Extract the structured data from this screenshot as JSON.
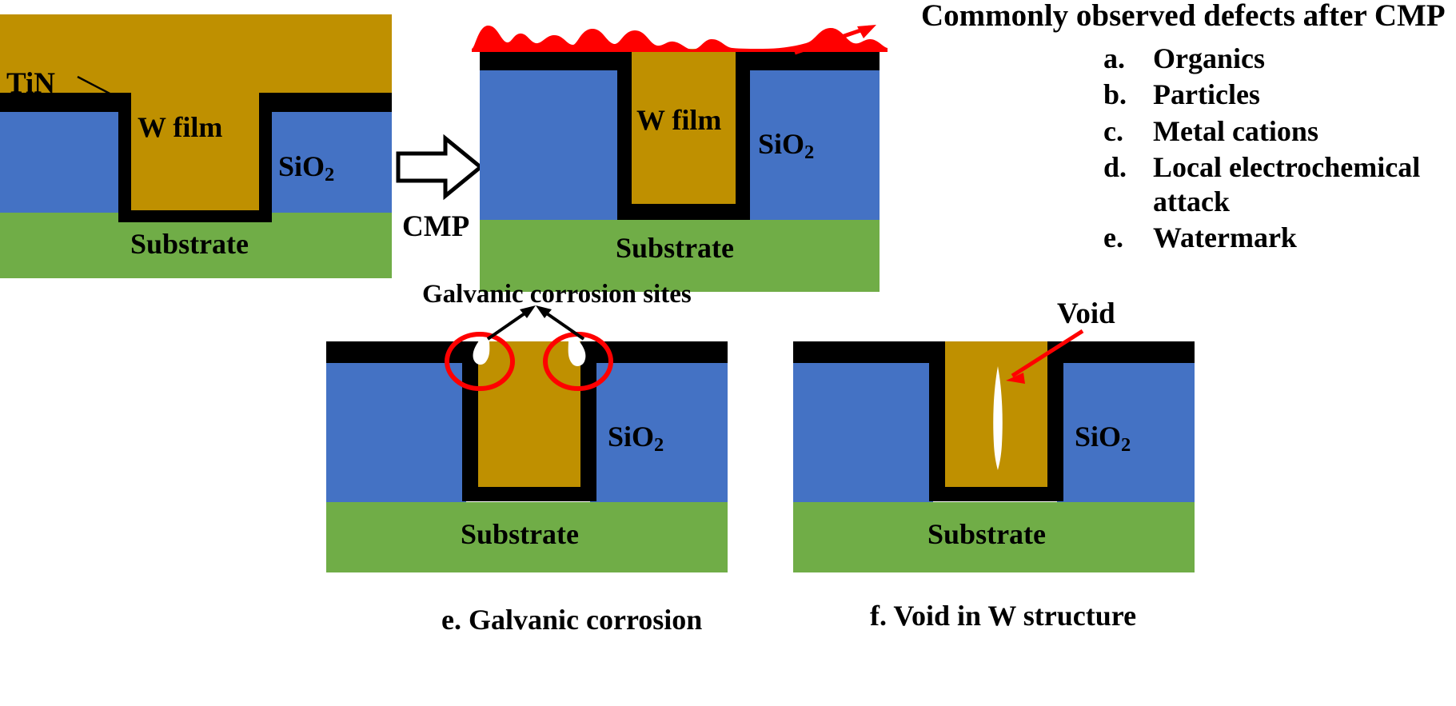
{
  "figure": {
    "title": "Commonly observed defects after CMP",
    "process_arrow_label": "CMP"
  },
  "defects": {
    "items": [
      {
        "marker": "a.",
        "label": "Organics"
      },
      {
        "marker": "b.",
        "label": "Particles"
      },
      {
        "marker": "c.",
        "label": "Metal cations"
      },
      {
        "marker": "d.",
        "label": "Local electrochemical attack"
      },
      {
        "marker": "e.",
        "label": "Watermark"
      }
    ]
  },
  "panels": {
    "pre_cmp": {
      "name": "Pre-CMP W film stack",
      "labels": {
        "tin": "TiN",
        "w_film": "W film",
        "sio2": "SiO",
        "sio2_sub": "2",
        "substrate": "Substrate"
      }
    },
    "post_cmp": {
      "name": "Post-CMP with surface defects",
      "labels": {
        "w_film": "W film",
        "sio2": "SiO",
        "sio2_sub": "2",
        "substrate": "Substrate"
      }
    },
    "galvanic": {
      "name": "Galvanic corrosion panel",
      "caption": "e. Galvanic corrosion",
      "annotation": "Galvanic corrosion sites",
      "labels": {
        "sio2": "SiO",
        "sio2_sub": "2",
        "substrate": "Substrate"
      }
    },
    "void": {
      "name": "Void in W structure panel",
      "caption": "f. Void in W structure",
      "annotation": "Void",
      "labels": {
        "sio2": "SiO",
        "sio2_sub": "2",
        "substrate": "Substrate"
      }
    }
  },
  "colors": {
    "tungsten": "#bf9000",
    "oxide": "#4472c4",
    "substrate": "#70ad47",
    "barrier": "#000000",
    "defect": "#ff0000",
    "annotation": "#ff0000",
    "void": "#ffffff"
  }
}
